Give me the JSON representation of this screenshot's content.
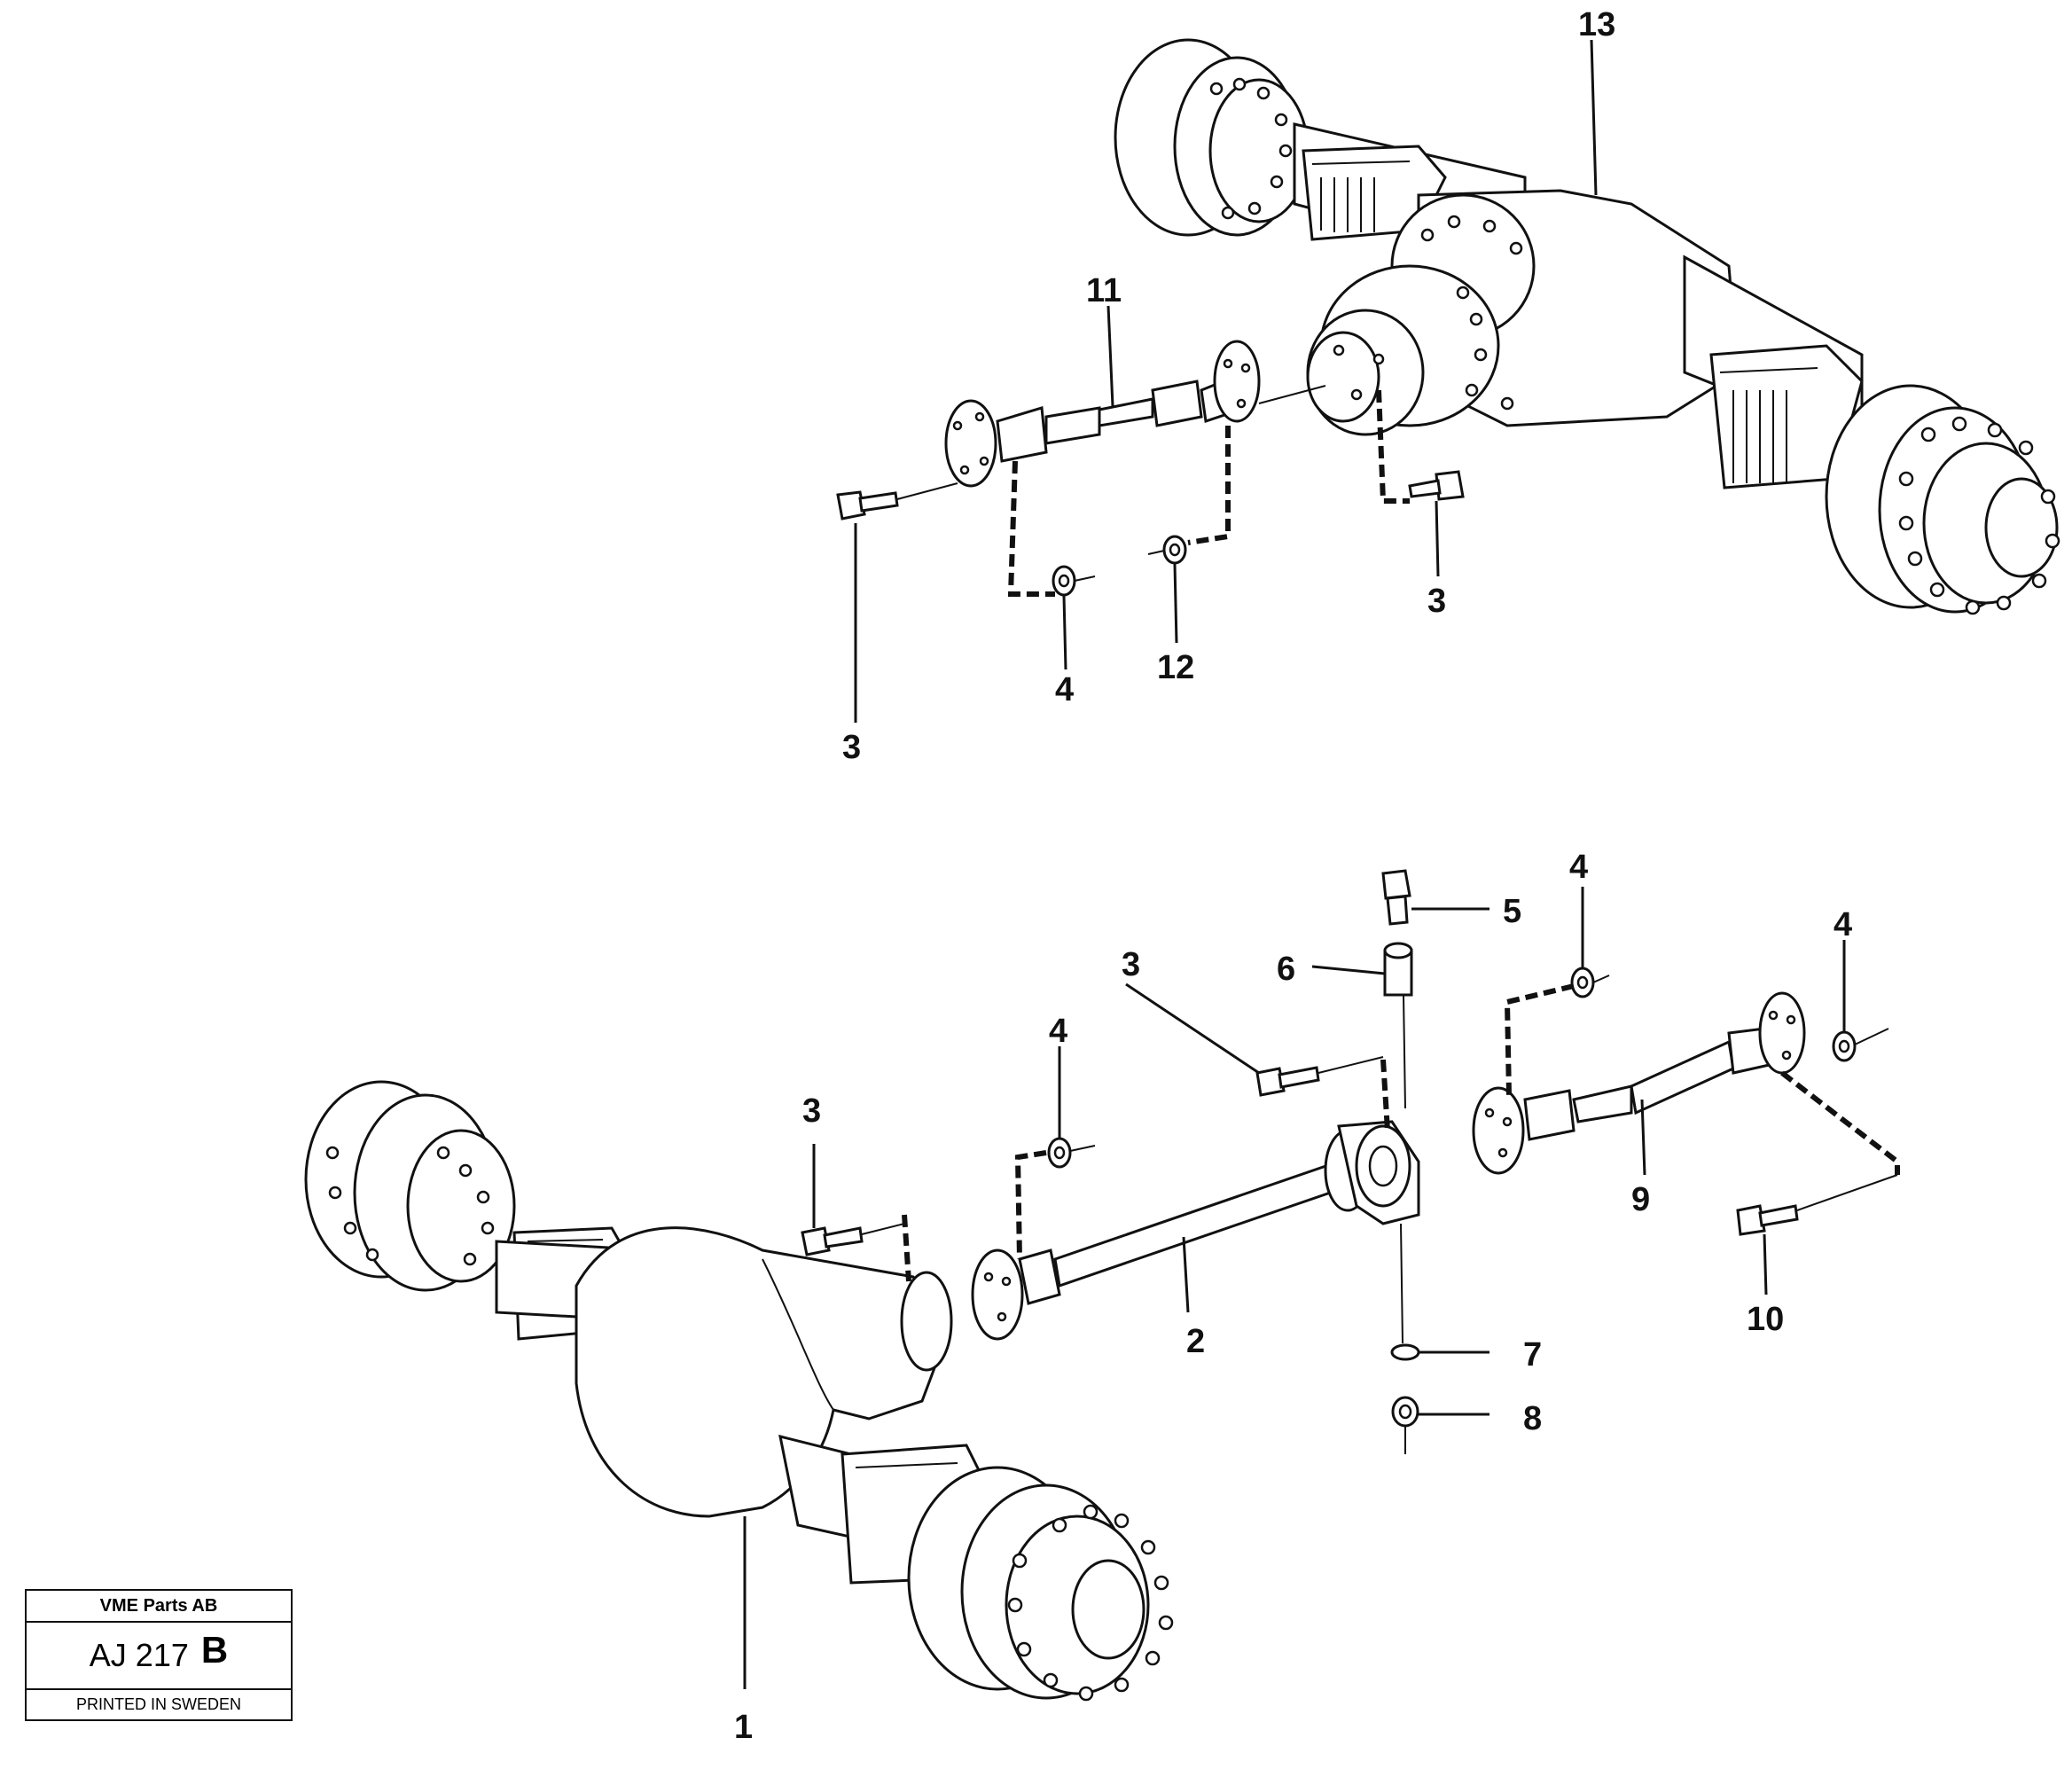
{
  "callouts": {
    "c1": "1",
    "c2": "2",
    "c3a": "3",
    "c3b": "3",
    "c3c": "3",
    "c3d": "3",
    "c4a": "4",
    "c4b": "4",
    "c4c": "4",
    "c4d": "4",
    "c5": "5",
    "c6": "6",
    "c7": "7",
    "c8": "8",
    "c9": "9",
    "c10": "10",
    "c11": "11",
    "c12": "12",
    "c13": "13"
  },
  "title_block": {
    "company": "VME Parts AB",
    "code": "AJ 217",
    "revision": "B",
    "printed": "PRINTED IN SWEDEN"
  }
}
